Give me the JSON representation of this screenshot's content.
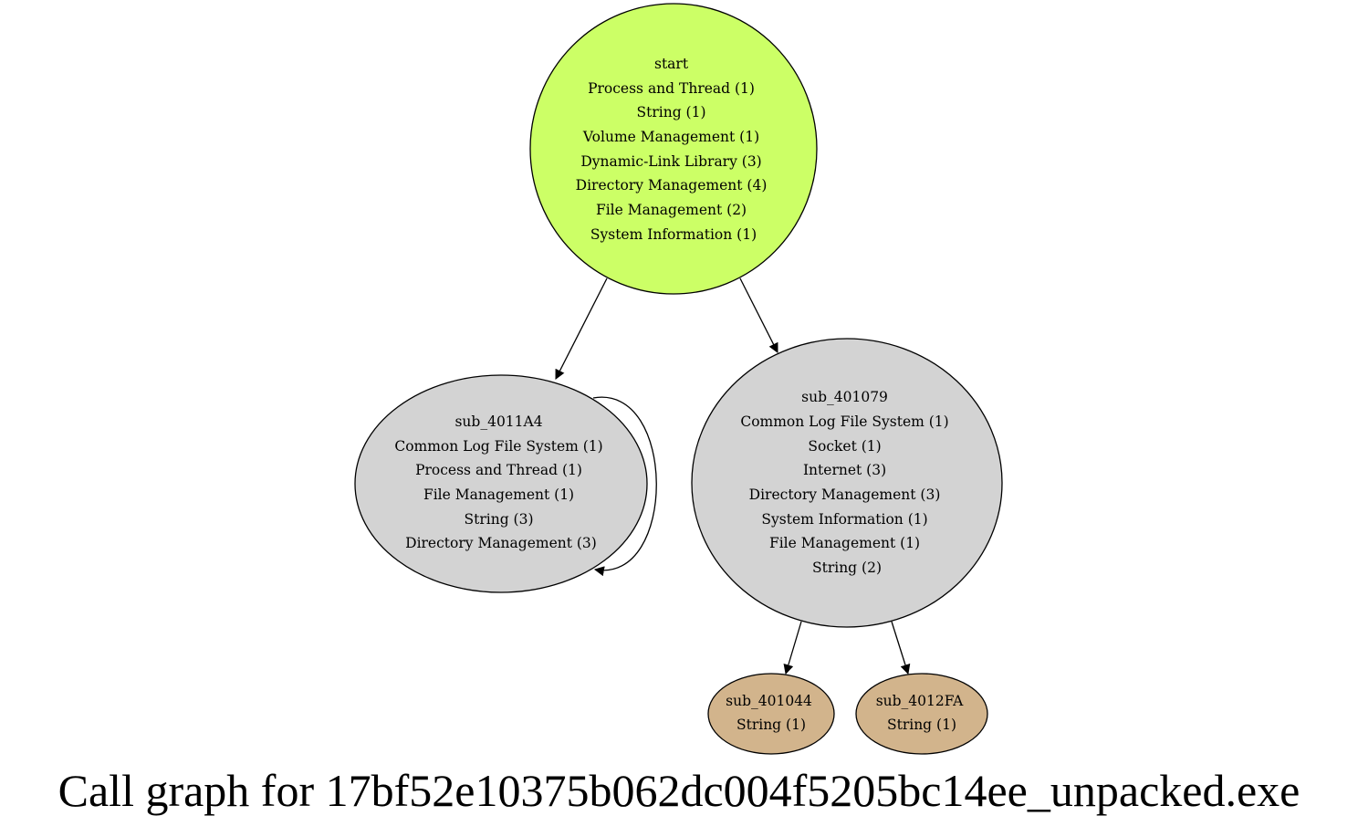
{
  "caption": "Call graph for 17bf52e10375b062dc004f5205bc14ee_unpacked.exe",
  "colors": {
    "root_fill": "#ccff66",
    "internal_fill": "#d3d3d3",
    "leaf_fill": "#d2b48c",
    "stroke": "#000000"
  },
  "nodes": {
    "start": {
      "title": "start",
      "lines": [
        "Process and Thread (1)",
        "String (1)",
        "Volume Management (1)",
        "Dynamic-Link Library (3)",
        "Directory Management (4)",
        "File Management (2)",
        "System Information (1)"
      ]
    },
    "sub_4011A4": {
      "title": "sub_4011A4",
      "lines": [
        "Common Log File System (1)",
        "Process and Thread (1)",
        "File Management (1)",
        "String (3)",
        "Directory Management (3)"
      ]
    },
    "sub_401079": {
      "title": "sub_401079",
      "lines": [
        "Common Log File System (1)",
        "Socket (1)",
        "Internet (3)",
        "Directory Management (3)",
        "System Information (1)",
        "File Management (1)",
        "String (2)"
      ]
    },
    "sub_401044": {
      "title": "sub_401044",
      "lines": [
        "String (1)"
      ]
    },
    "sub_4012FA": {
      "title": "sub_4012FA",
      "lines": [
        "String (1)"
      ]
    }
  },
  "edges": [
    {
      "from": "start",
      "to": "sub_4011A4"
    },
    {
      "from": "start",
      "to": "sub_401079"
    },
    {
      "from": "sub_4011A4",
      "to": "sub_4011A4"
    },
    {
      "from": "sub_401079",
      "to": "sub_401044"
    },
    {
      "from": "sub_401079",
      "to": "sub_4012FA"
    }
  ]
}
